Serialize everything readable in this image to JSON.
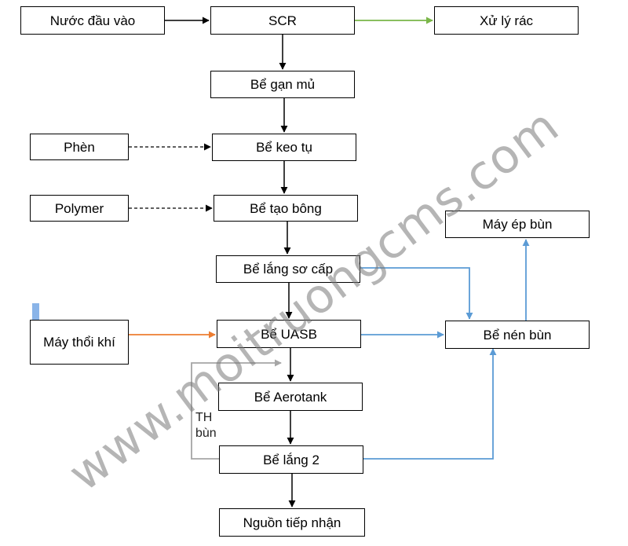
{
  "nodes": {
    "input_water": "Nước đầu vào",
    "scr": "SCR",
    "waste": "Xử lý rác",
    "grease_tank": "Bể gạn mủ",
    "alum": "Phèn",
    "coag_tank": "Bể keo tụ",
    "polymer": "Polymer",
    "floc_tank": "Bể tạo bông",
    "primary_clar": "Bể lắng sơ cấp",
    "blower": "Máy thổi khí",
    "uasb": "Bể UASB",
    "aerotank": "Bể Aerotank",
    "secondary_clar": "Bể lắng 2",
    "receiving": "Nguồn tiếp nhận",
    "thickener": "Bể nén bùn",
    "press": "Máy ép bùn"
  },
  "labels": {
    "sludge_return": "TH bùn"
  },
  "watermark": "www.moitruongcms.com",
  "colors": {
    "green": "#7ab648",
    "orange": "#ed7d31",
    "blue": "#5b9bd5",
    "gray": "#a6a6a6",
    "black": "#000000"
  },
  "edges": [
    {
      "from": "input_water",
      "to": "scr",
      "color": "black",
      "style": "solid"
    },
    {
      "from": "scr",
      "to": "waste",
      "color": "green",
      "style": "solid"
    },
    {
      "from": "scr",
      "to": "grease_tank",
      "color": "black",
      "style": "solid"
    },
    {
      "from": "grease_tank",
      "to": "coag_tank",
      "color": "black",
      "style": "solid"
    },
    {
      "from": "alum",
      "to": "coag_tank",
      "color": "black",
      "style": "dashed"
    },
    {
      "from": "coag_tank",
      "to": "floc_tank",
      "color": "black",
      "style": "solid"
    },
    {
      "from": "polymer",
      "to": "floc_tank",
      "color": "black",
      "style": "dashed"
    },
    {
      "from": "floc_tank",
      "to": "primary_clar",
      "color": "black",
      "style": "solid"
    },
    {
      "from": "primary_clar",
      "to": "uasb",
      "color": "black",
      "style": "solid"
    },
    {
      "from": "primary_clar",
      "to": "thickener",
      "color": "blue",
      "style": "solid"
    },
    {
      "from": "blower",
      "to": "uasb",
      "color": "orange",
      "style": "solid"
    },
    {
      "from": "uasb",
      "to": "thickener",
      "color": "blue",
      "style": "solid"
    },
    {
      "from": "uasb",
      "to": "aerotank",
      "color": "black",
      "style": "solid"
    },
    {
      "from": "aerotank",
      "to": "secondary_clar",
      "color": "black",
      "style": "solid"
    },
    {
      "from": "secondary_clar",
      "to": "receiving",
      "color": "black",
      "style": "solid"
    },
    {
      "from": "secondary_clar",
      "to": "aerotank",
      "color": "gray",
      "style": "solid"
    },
    {
      "from": "secondary_clar",
      "to": "thickener",
      "color": "blue",
      "style": "solid"
    },
    {
      "from": "thickener",
      "to": "press",
      "color": "blue",
      "style": "solid"
    }
  ]
}
